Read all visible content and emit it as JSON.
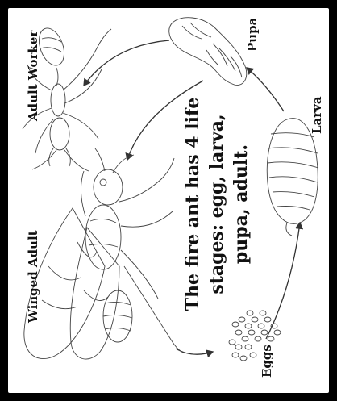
{
  "caption": {
    "line1": "The fire ant has 4 life",
    "line2": "stages: egg, larva,",
    "line3": "pupa, adult."
  },
  "stages": {
    "eggs": "Eggs",
    "larva": "Larva",
    "pupa": "Pupa",
    "adult_worker": "Adult Worker",
    "winged_adult": "Winged Adult"
  },
  "colors": {
    "frame": "#000000",
    "background": "#ffffff",
    "ink": "#111111"
  }
}
